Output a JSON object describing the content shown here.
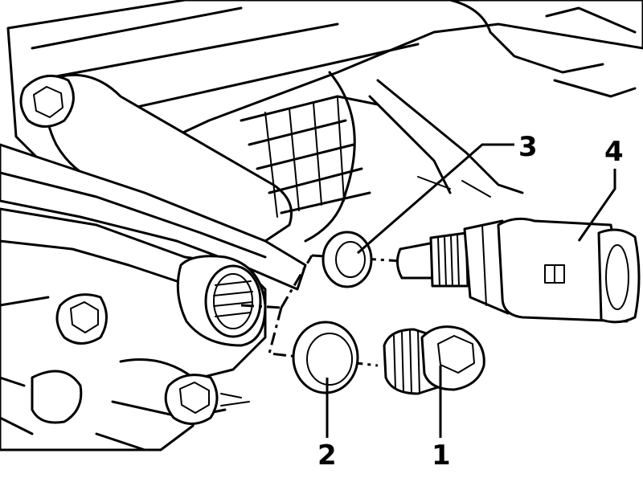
{
  "callouts": [
    {
      "id": "1",
      "label": "1"
    },
    {
      "id": "2",
      "label": "2"
    },
    {
      "id": "3",
      "label": "3"
    },
    {
      "id": "4",
      "label": "4"
    }
  ],
  "parts": [
    {
      "callout": "1",
      "icon": "plug-bolt-icon"
    },
    {
      "callout": "2",
      "icon": "sealing-ring-icon"
    },
    {
      "callout": "3",
      "icon": "o-ring-icon"
    },
    {
      "callout": "4",
      "icon": "temperature-sensor-icon"
    }
  ],
  "colors": {
    "line": "#000000",
    "background": "#ffffff"
  }
}
